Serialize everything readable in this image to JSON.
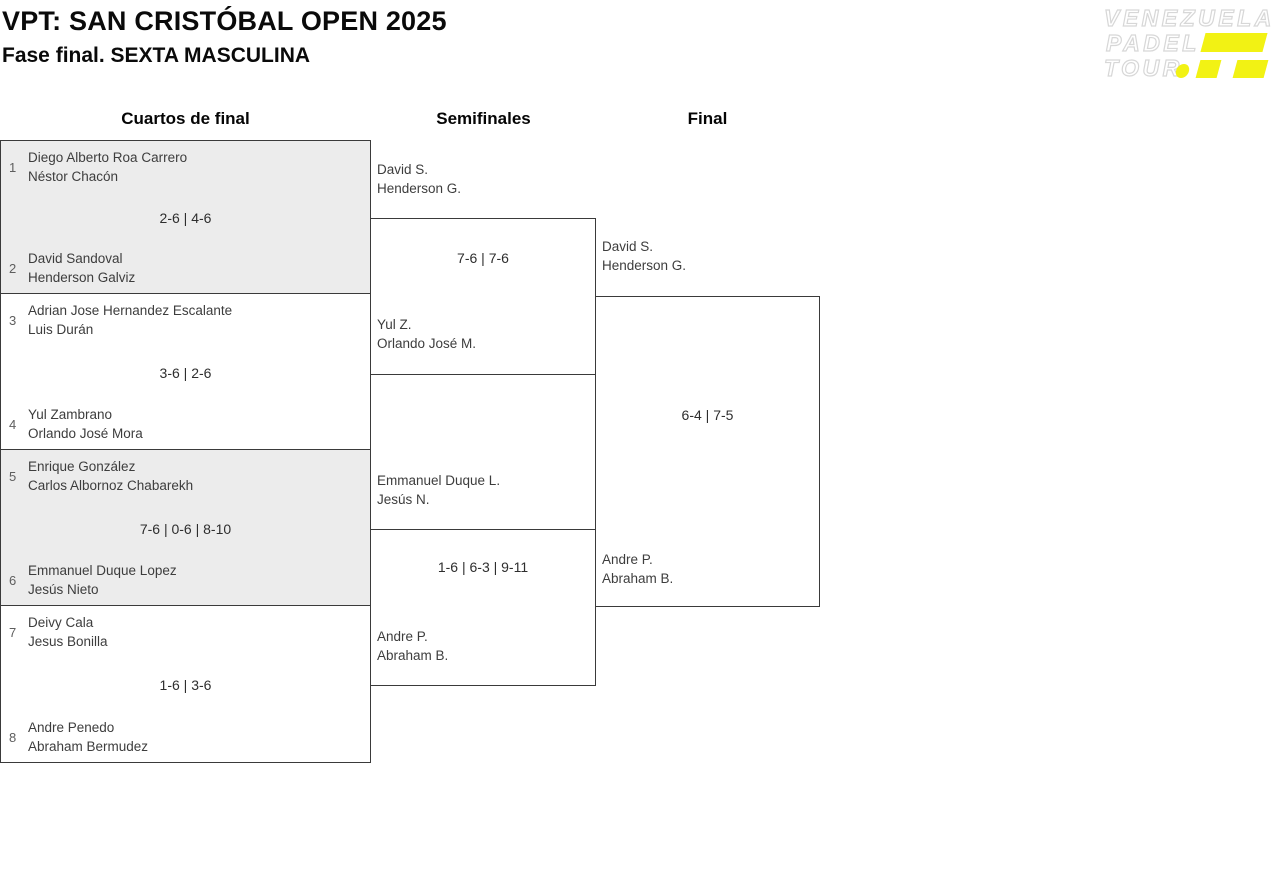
{
  "header": {
    "title": "VPT: SAN CRISTÓBAL OPEN 2025",
    "subtitle": "Fase final. SEXTA MASCULINA"
  },
  "logo": {
    "line1": "VENEZUELA",
    "line2": "PADEL",
    "line3": "TOUR",
    "accent_color": "#f2f214"
  },
  "columns": {
    "quarterfinals": "Cuartos de final",
    "semifinals": "Semifinales",
    "final": "Final"
  },
  "quarterfinals": [
    {
      "seed_top": "1",
      "top_player1": "Diego Alberto Roa Carrero",
      "top_player2": "Néstor Chacón",
      "score": "2-6 | 4-6",
      "seed_bottom": "2",
      "bottom_player1": "David Sandoval",
      "bottom_player2": "Henderson Galviz",
      "winner": "bottom"
    },
    {
      "seed_top": "3",
      "top_player1": "Adrian Jose Hernandez Escalante",
      "top_player2": "Luis Durán",
      "score": "3-6 | 2-6",
      "seed_bottom": "4",
      "bottom_player1": "Yul Zambrano",
      "bottom_player2": "Orlando José Mora",
      "winner": "bottom"
    },
    {
      "seed_top": "5",
      "top_player1": "Enrique González",
      "top_player2": "Carlos Albornoz Chabarekh",
      "score": "7-6 | 0-6 | 8-10",
      "seed_bottom": "6",
      "bottom_player1": "Emmanuel Duque Lopez",
      "bottom_player2": "Jesús Nieto",
      "winner": "bottom"
    },
    {
      "seed_top": "7",
      "top_player1": "Deivy Cala",
      "top_player2": "Jesus Bonilla",
      "score": "1-6 | 3-6",
      "seed_bottom": "8",
      "bottom_player1": "Andre Penedo",
      "bottom_player2": "Abraham Bermudez",
      "winner": "bottom"
    }
  ],
  "semifinals": [
    {
      "top_player1": "David S.",
      "top_player2": "Henderson G.",
      "score": "7-6 | 7-6",
      "bottom_player1": "Yul Z.",
      "bottom_player2": "Orlando José M.",
      "winner": "top"
    },
    {
      "top_player1": "Emmanuel Duque L.",
      "top_player2": "Jesús N.",
      "score": "1-6 | 6-3 | 9-11",
      "bottom_player1": "Andre P.",
      "bottom_player2": "Abraham B.",
      "winner": "bottom"
    }
  ],
  "final": {
    "top_player1": "David S.",
    "top_player2": "Henderson G.",
    "score": "6-4 | 7-5",
    "bottom_player1": "Andre P.",
    "bottom_player2": "Abraham B.",
    "winner": "top"
  }
}
